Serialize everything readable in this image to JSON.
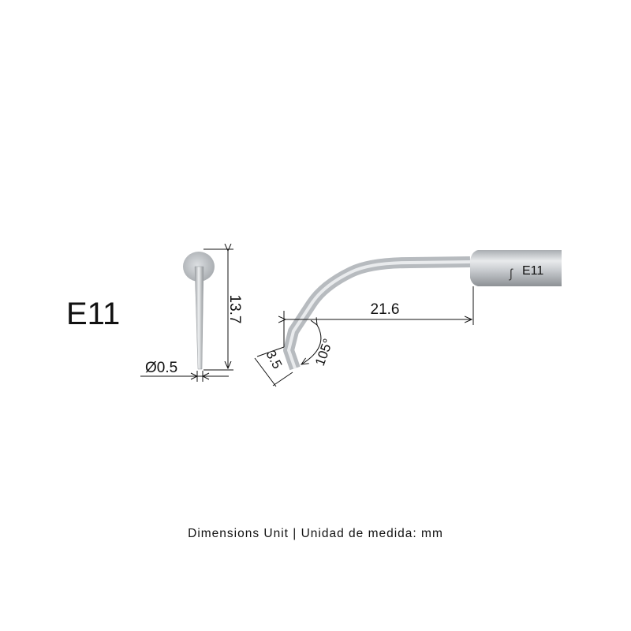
{
  "model_label": "E11",
  "tip_engraving": "E11",
  "dimensions": {
    "diameter": "Ø0.5",
    "side_length": "13.7",
    "horizontal_length": "21.6",
    "tip_length": "3.5",
    "angle": "105°"
  },
  "footer": "Dimensions Unit | Unidad de medida: mm",
  "colors": {
    "metal_light": "#e4e6e8",
    "metal_mid": "#b9bdc1",
    "metal_dark": "#8e9296",
    "line": "#111111"
  }
}
